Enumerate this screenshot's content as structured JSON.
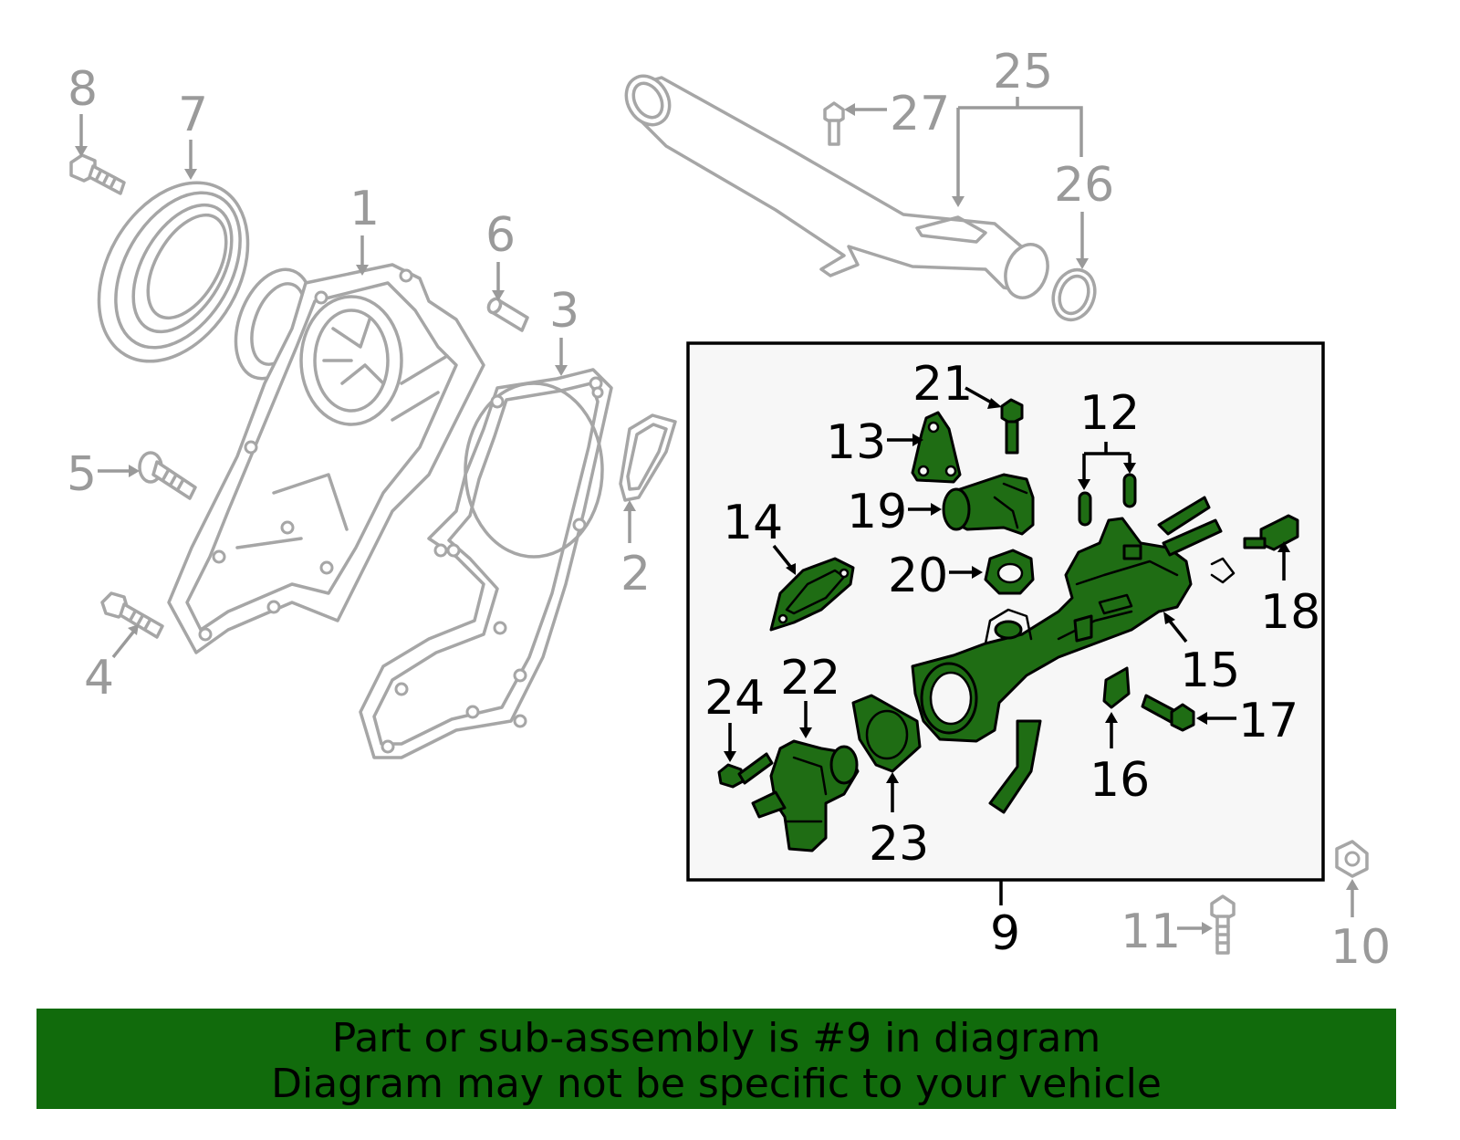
{
  "diagram": {
    "callouts_grey": [
      {
        "id": "1",
        "text": "1"
      },
      {
        "id": "2",
        "text": "2"
      },
      {
        "id": "3",
        "text": "3"
      },
      {
        "id": "4",
        "text": "4"
      },
      {
        "id": "5",
        "text": "5"
      },
      {
        "id": "6",
        "text": "6"
      },
      {
        "id": "7",
        "text": "7"
      },
      {
        "id": "8",
        "text": "8"
      },
      {
        "id": "10",
        "text": "10"
      },
      {
        "id": "11",
        "text": "11"
      },
      {
        "id": "25",
        "text": "25"
      },
      {
        "id": "26",
        "text": "26"
      },
      {
        "id": "27",
        "text": "27"
      }
    ],
    "callouts_black": [
      {
        "id": "9",
        "text": "9"
      },
      {
        "id": "12",
        "text": "12"
      },
      {
        "id": "13",
        "text": "13"
      },
      {
        "id": "14",
        "text": "14"
      },
      {
        "id": "15",
        "text": "15"
      },
      {
        "id": "16",
        "text": "16"
      },
      {
        "id": "17",
        "text": "17"
      },
      {
        "id": "18",
        "text": "18"
      },
      {
        "id": "19",
        "text": "19"
      },
      {
        "id": "20",
        "text": "20"
      },
      {
        "id": "21",
        "text": "21"
      },
      {
        "id": "22",
        "text": "22"
      },
      {
        "id": "23",
        "text": "23"
      },
      {
        "id": "24",
        "text": "24"
      }
    ],
    "colors": {
      "highlight_part": "#1f6d14",
      "inactive_part": "#a6a6a6",
      "banner": "#116b0c",
      "subassembly_box": "#f7f7f7"
    }
  },
  "banner": {
    "line1": "Part or sub-assembly is #9 in diagram",
    "line2": "Diagram may not be specific to your vehicle"
  }
}
